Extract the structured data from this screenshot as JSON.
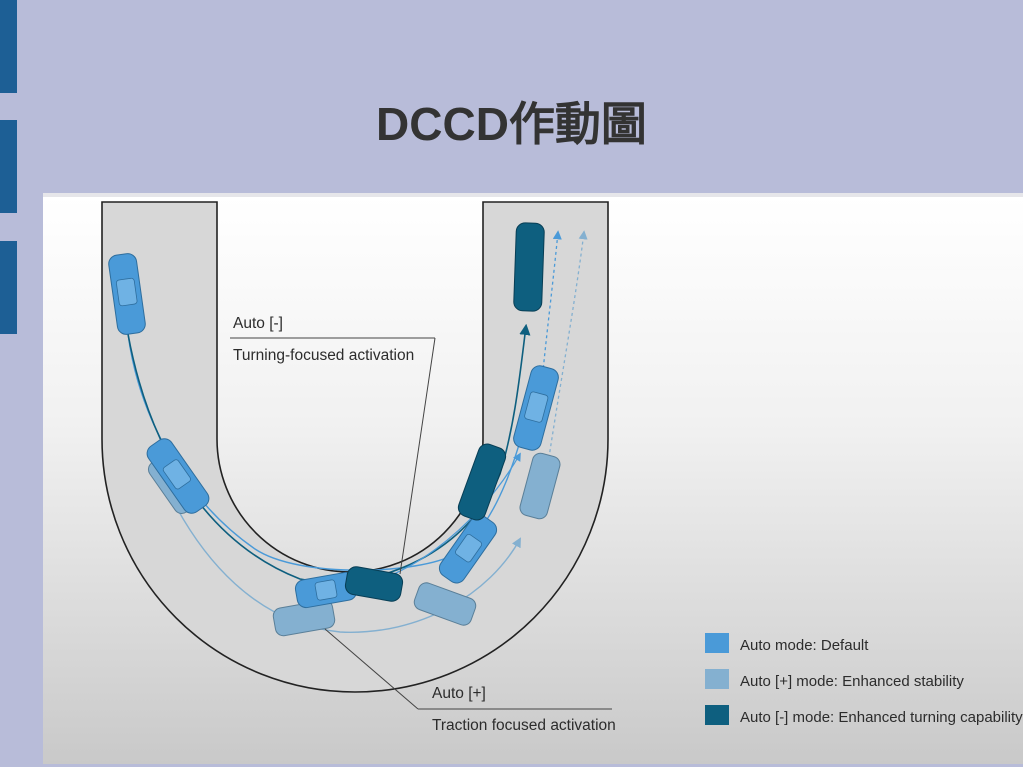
{
  "slide": {
    "title": "DCCD作動圖"
  },
  "diagram": {
    "callouts": {
      "top_mode": "Auto [-]",
      "top_desc": "Turning-focused activation",
      "bottom_mode": "Auto [+]",
      "bottom_desc": "Traction focused activation"
    },
    "legend": [
      {
        "label": "Auto mode: Default",
        "color": "#4a9ad8"
      },
      {
        "label": "Auto [+] mode: Enhanced stability",
        "color": "#84b0d0"
      },
      {
        "label": "Auto [-] mode: Enhanced turning capability",
        "color": "#0e5f7f"
      }
    ]
  }
}
